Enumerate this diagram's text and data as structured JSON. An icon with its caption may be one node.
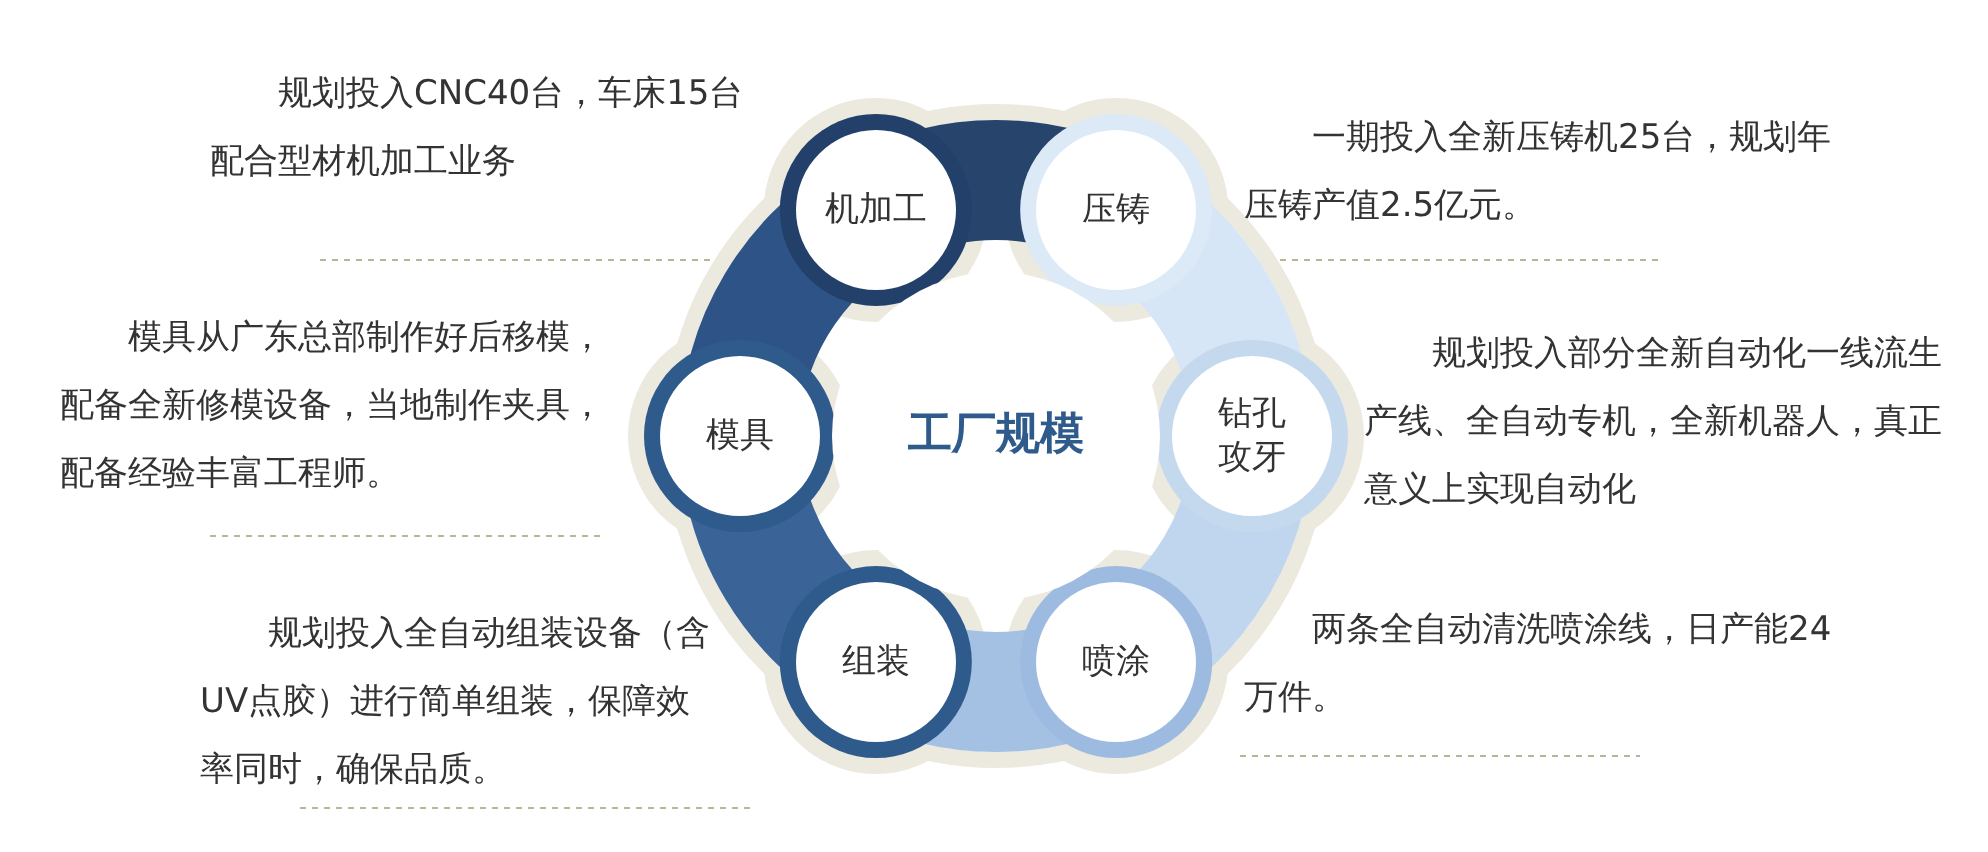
{
  "diagram": {
    "nodes": [
      {
        "text": [
          "机加工"
        ],
        "beside": [
          "规划投入CNC40台，车床15台配合型材机加工业务"
        ]
      },
      {
        "text": [
          "压铸"
        ],
        "beside": [
          "一期投入全新压铸机25台，规划年压铸产值2.5亿元。"
        ]
      },
      {
        "text": [
          "模具"
        ],
        "beside": [
          "模具从广东总部制作好后移模，配备全新修模设备，当地制作夹具，配备经验丰富工程师。"
        ]
      },
      {
        "text": [
          "工厂规模"
        ]
      },
      {
        "text": [
          "钻孔攻牙"
        ],
        "beside": [
          "规划投入部分全新自动化一线流生产线、全自动专机，全新机器人，真正意义上实现自动化"
        ]
      },
      {
        "text": [
          "组装"
        ],
        "beside": [
          "规划投入全自动组装设备（含UV点胶）进行简单组装，保障效率同时，确保品质。"
        ]
      },
      {
        "text": [
          "喷涂"
        ],
        "beside": [
          "两条全自动清洗喷涂线，日产能24万件。"
        ]
      }
    ],
    "edges": [
      {
        "from": 0,
        "to": 1,
        "arrow": "none",
        "color": "#27456c"
      },
      {
        "from": 1,
        "to": 4,
        "arrow": "none",
        "color": "#d6e6f6"
      },
      {
        "from": 4,
        "to": 6,
        "arrow": "none",
        "color": "#c0d6ee"
      },
      {
        "from": 6,
        "to": 5,
        "arrow": "none",
        "color": "#a4c1e3"
      },
      {
        "from": 5,
        "to": 2,
        "arrow": "none",
        "color": "#3a6498"
      },
      {
        "from": 2,
        "to": 0,
        "arrow": "none",
        "color": "#2e5487"
      }
    ]
  }
}
